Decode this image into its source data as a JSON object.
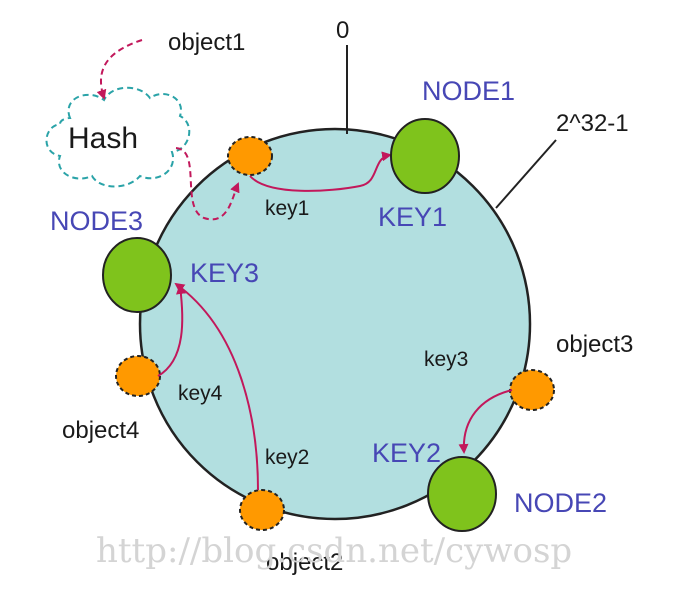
{
  "colors": {
    "ring_fill": "#b2dfe0",
    "node_fill": "#7fc31c",
    "object_fill": "#ff9900",
    "arrow": "#c2185b",
    "label_blue": "#4747b5"
  },
  "ring": {
    "top_label": "0",
    "max_label": "2^32-1"
  },
  "hash": {
    "label": "Hash"
  },
  "nodes": [
    {
      "label": "NODE1",
      "key": "KEY1"
    },
    {
      "label": "NODE2",
      "key": "KEY2"
    },
    {
      "label": "NODE3",
      "key": "KEY3"
    }
  ],
  "objects": [
    {
      "label": "object1",
      "key": "key1"
    },
    {
      "label": "object2",
      "key": "key2"
    },
    {
      "label": "object3",
      "key": "key3"
    },
    {
      "label": "object4",
      "key": "key4"
    }
  ],
  "watermark": "http://blog.csdn.net/cywosp"
}
